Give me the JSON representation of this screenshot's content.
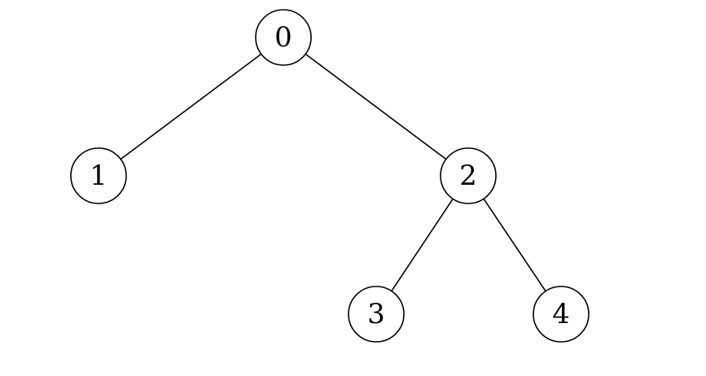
{
  "diagram": {
    "type": "binary-tree",
    "nodes": [
      {
        "id": "0",
        "label": "0"
      },
      {
        "id": "1",
        "label": "1"
      },
      {
        "id": "2",
        "label": "2"
      },
      {
        "id": "3",
        "label": "3"
      },
      {
        "id": "4",
        "label": "4"
      }
    ],
    "edges": [
      {
        "from": "0",
        "to": "1"
      },
      {
        "from": "0",
        "to": "2"
      },
      {
        "from": "2",
        "to": "3"
      },
      {
        "from": "2",
        "to": "4"
      }
    ],
    "colors": {
      "stroke": "#000000",
      "fill": "#ffffff"
    }
  }
}
